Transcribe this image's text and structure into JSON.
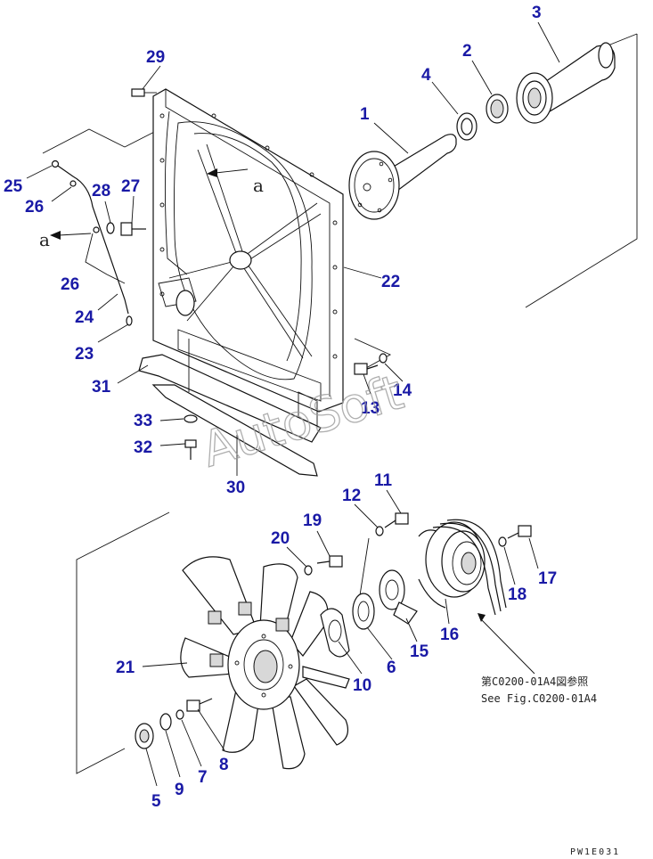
{
  "letter_a": "a",
  "callouts": {
    "c1": "1",
    "c2": "2",
    "c3": "3",
    "c4": "4",
    "c5": "5",
    "c6": "6",
    "c7": "7",
    "c8": "8",
    "c9": "9",
    "c10": "10",
    "c11": "11",
    "c12": "12",
    "c13": "13",
    "c14": "14",
    "c15": "15",
    "c16": "16",
    "c17": "17",
    "c18": "18",
    "c19": "19",
    "c20": "20",
    "c21": "21",
    "c22": "22",
    "c23": "23",
    "c24": "24",
    "c25": "25",
    "c26a": "26",
    "c26b": "26",
    "c27": "27",
    "c28": "28",
    "c29": "29",
    "c30": "30",
    "c31": "31",
    "c32": "32",
    "c33": "33"
  },
  "reference_note": {
    "line_jp": "第C0200-01A4図参照",
    "line_en": "See Fig.C0200-01A4"
  },
  "watermark": "AutoSoft",
  "drawing_code": "PW1E031"
}
